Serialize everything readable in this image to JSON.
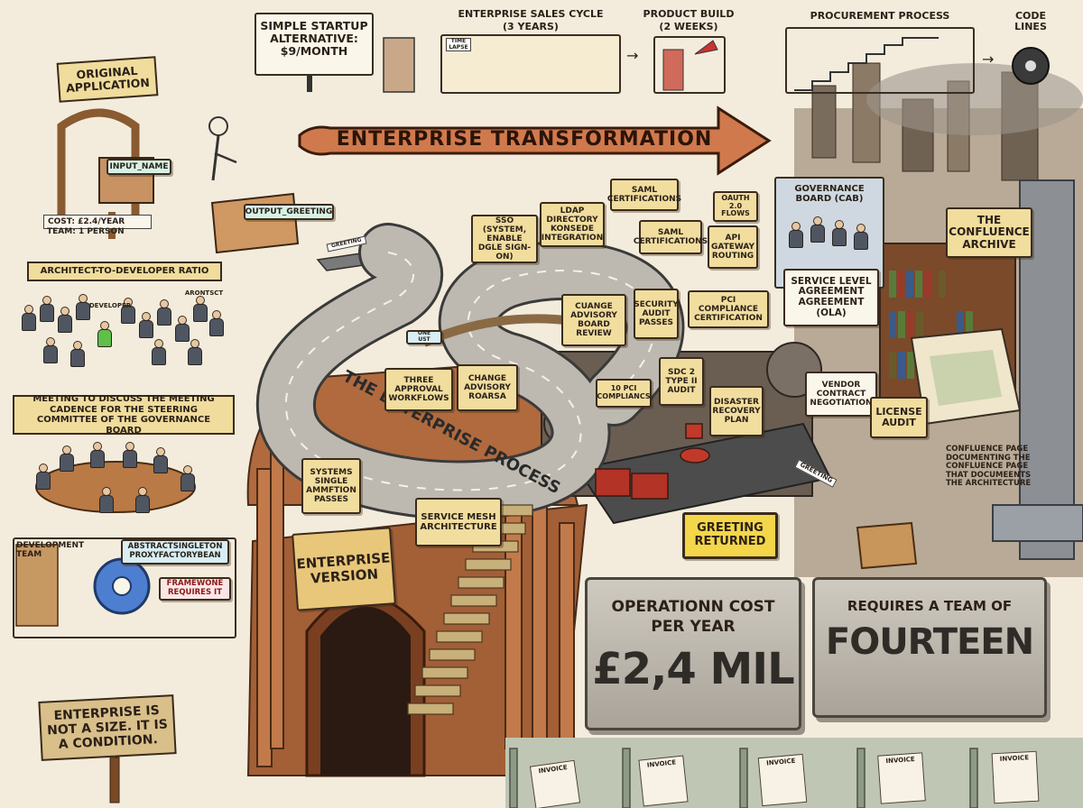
{
  "top_strip": {
    "billboard": "SIMPLE STARTUP ALTERNATIVE: $9/MONTH",
    "sales_cycle_title": "ENTERPRISE SALES CYCLE",
    "sales_cycle_sub": "(3 YEARS)",
    "time_lapse": "TIME LAPSE",
    "product_build_title": "PRODUCT BUILD",
    "product_build_sub": "(2 WEEKS)",
    "procurement_title": "PROCUREMENT PROCESS",
    "code_lines": "CODE LINES"
  },
  "original_app": {
    "title": "ORIGINAL APPLICATION",
    "input": "INPUT_NAME",
    "output": "OUTPUT_GREETING",
    "cost": "COST: £2.4/YEAR",
    "team": "TEAM: 1 PERSON",
    "greeting_card": "GREETING"
  },
  "left_column": {
    "ratio_title": "ARCHITECT-TO-DEVELOPER RATIO",
    "developer_label": "DEVELOPER",
    "architect_label": "ARONTSCT",
    "meeting_title": "MEETING TO DISCUSS THE MEETING CADENCE FOR THE STEERING COMMITTEE OF THE GOVERNANCE BOARD",
    "dev_team_label": "DEVELOPMENT TEAM",
    "singleton_label": "ABSTRACTSINGLETON PROXYFACTORYBEAN",
    "framework_label": "FRAMEWONE REQUIRES IT",
    "signpost": "ENTERPRISE IS NOT A SIZE. IT IS A CONDITION."
  },
  "center": {
    "arrow_banner": "ENTERPRISE TRANSFORMATION",
    "road_text": "THE ENTERPRISE PROCESS",
    "enterprise_version": "ENTERPRISE VERSION",
    "greeting_returned": "GREETING RETURNED",
    "road_greeting": "GREETING",
    "signs": {
      "sso": "SSO (SYSTEM, ENABLE DGLE SIGN-ON)",
      "ldap": "LDAP DIRECTORY KONSEDE INTEGRATION",
      "saml_top": "SAML CERTIFICATIONS",
      "saml": "SAML CERTIFICATIONS",
      "oauth": "OAUTH 2.0 FLOWS",
      "api_gateway": "API GATEWAY ROUTING",
      "change_advisory_review": "CUANGE ADVISORY BOARD REVIEW",
      "security_audit": "SECURITY AUDIT PASSES",
      "pci_cert": "PCI COMPLIANCE CERTIFICATION",
      "three_approval": "THREE APPROVAL WORKFLOWS",
      "change_advisory": "CHANGE ADVISORY ROARSA",
      "pci": "10 PCI COMPLIANCS",
      "soc2": "SDC 2 TYPE II AUDIT",
      "disaster": "DISASTER RECOVERY PLAN",
      "systems_single": "SYSTEMS SINGLE AMMFTION PASSES",
      "service_mesh": "SERVICE MESH ARCHITECTURE",
      "one_ust": "ONE UST"
    }
  },
  "right": {
    "governance": "GOVERNANCE BOARD (CAB)",
    "confluence_archive": "THE CONFLUENCE ARCHIVE",
    "sla": "SERVICE LEVEL AGREEMENT AGREEMENT (OLA)",
    "vendor": "VENDOR CONTRACT NEGOTIATION",
    "license": "LICENSE AUDIT",
    "confluence_page": "CONFLUENCE PAGE DOCUMENTING THE CONFLUENCE PAGE THAT DOCUMEENTS THE ARCHITECTURE"
  },
  "monuments": {
    "cost_line1": "OPERATIONN COST",
    "cost_line2": "PER YEAR",
    "cost_value": "£2,4 MIL",
    "team_line": "REQUIRES A TEAM OF",
    "team_value": "FOURTEEN"
  },
  "invoices": {
    "label": "INVOICE"
  },
  "colors": {
    "paper": "#f3ecdc",
    "copper": "#b4643a",
    "road": "#b9b6ae",
    "sign": "#f1dd9e",
    "stone": "#bdb7ad"
  }
}
